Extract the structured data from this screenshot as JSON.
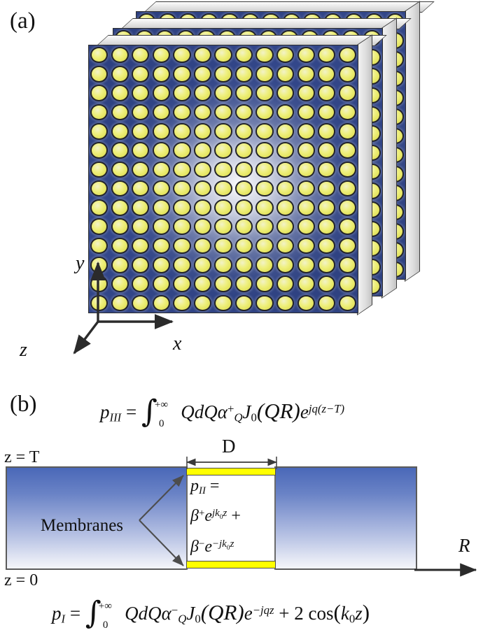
{
  "figure": {
    "panel_a_label": "(a)",
    "panel_b_label": "(b)"
  },
  "panel_a": {
    "axes": {
      "y_label": "y",
      "x_label": "x",
      "z_label": "z"
    },
    "plates": {
      "count": 3,
      "grid_cols": 13,
      "grid_rows": 14,
      "face_color": "#2e4180",
      "hole_color": "#ecec74",
      "edge_color": "#e0e0e0"
    }
  },
  "panel_b": {
    "equation_top": {
      "lhs": "p",
      "lhs_sub": "III",
      "eq": "=",
      "integral_upper": "+∞",
      "integral_lower": "0",
      "body_1": "QdQ",
      "alpha": "α",
      "alpha_sup": "+",
      "alpha_sub": "Q",
      "bessel": "J",
      "bessel_sub": "0",
      "bessel_arg": "(QR)",
      "exp_base": "e",
      "exp_power": "jq(z−T)"
    },
    "equation_bottom": {
      "lhs": "p",
      "lhs_sub": "I",
      "eq": "=",
      "integral_upper": "+∞",
      "integral_lower": "0",
      "body_1": "QdQ",
      "alpha": "α",
      "alpha_sup": "−",
      "alpha_sub": "Q",
      "bessel": "J",
      "bessel_sub": "0",
      "bessel_arg": "(QR)",
      "exp_base": "e",
      "exp_power": "−jqz",
      "plus_term": "+ 2 cos",
      "cos_arg_open": "(",
      "cos_k": "k",
      "cos_k_sub": "0",
      "cos_z": "z",
      "cos_arg_close": ")"
    },
    "equation_middle": {
      "line1_p": "p",
      "line1_sub": "II",
      "line1_eq": "=",
      "line2_beta": "β",
      "line2_sup": "+",
      "line2_e": "e",
      "line2_exp_j": "jk",
      "line2_exp_sub": "0",
      "line2_exp_z": "z",
      "line2_plus": "+",
      "line3_beta": "β",
      "line3_sup": "−",
      "line3_e": "e",
      "line3_exp_j": "−jk",
      "line3_exp_sub": "0",
      "line3_exp_z": "z"
    },
    "labels": {
      "z_top": "z = T",
      "z_bottom": "z = 0",
      "membranes": "Membranes",
      "dimension_D": "D",
      "r_axis": "R"
    },
    "colors": {
      "membrane_yellow": "#ffff00",
      "slab_blue_top": "#4a68b8",
      "slab_blue_bottom": "#f4f5fa",
      "outline": "#5b5b5b"
    }
  }
}
